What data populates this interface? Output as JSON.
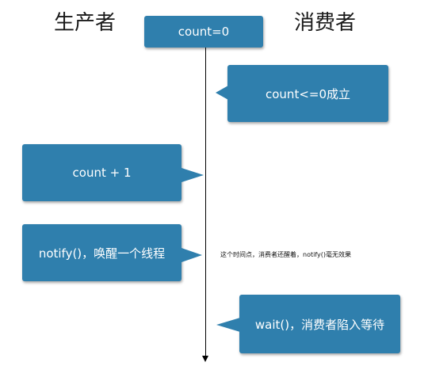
{
  "headings": {
    "producer": "生产者",
    "consumer": "消费者"
  },
  "boxes": {
    "count_init": "count=0",
    "condition": "count<=0成立",
    "increment": "count + 1",
    "notify": "notify()，唤醒一个线程",
    "wait": "wait()，消费者陷入等待"
  },
  "note": "这个时间点，消费者还醒着，notify()毫无效果",
  "colors": {
    "box": "#2f7fad",
    "text": "#ffffff"
  }
}
